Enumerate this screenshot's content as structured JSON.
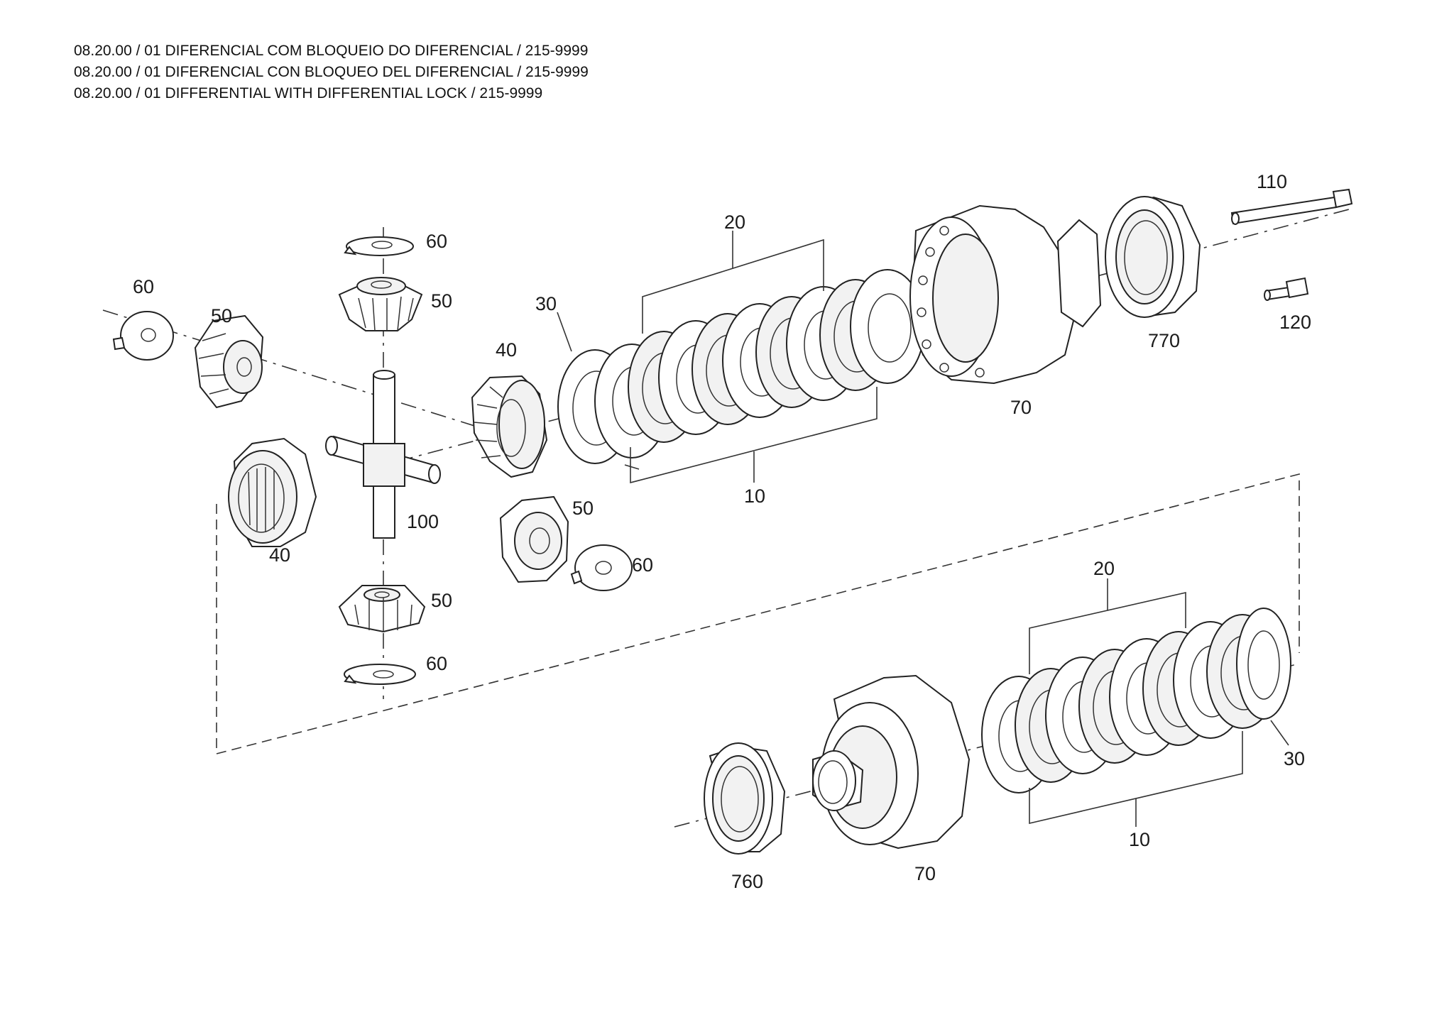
{
  "header": {
    "line_pt": "08.20.00 / 01 DIFERENCIAL COM BLOQUEIO DO DIFERENCIAL / 215-9999",
    "line_es": "08.20.00 / 01 DIFERENCIAL CON BLOQUEO DEL DIFERENCIAL / 215-9999",
    "line_en": "08.20.00 / 01 DIFFERENTIAL WITH DIFFERENTIAL LOCK / 215-9999"
  },
  "callouts": {
    "p60_top": "60",
    "p50_top": "50",
    "p60_left": "60",
    "p50_left": "50",
    "p40_upper": "40",
    "p30_upper": "30",
    "p20_upper": "20",
    "p10_upper": "10",
    "p70_upper": "70",
    "p770": "770",
    "p110": "110",
    "p120": "120",
    "p40_lower": "40",
    "p100": "100",
    "p50_right": "50",
    "p60_right": "60",
    "p50_bottom": "50",
    "p60_bottom": "60",
    "p20_lower": "20",
    "p30_lower": "30",
    "p10_lower": "10",
    "p760": "760",
    "p70_lower": "70"
  }
}
